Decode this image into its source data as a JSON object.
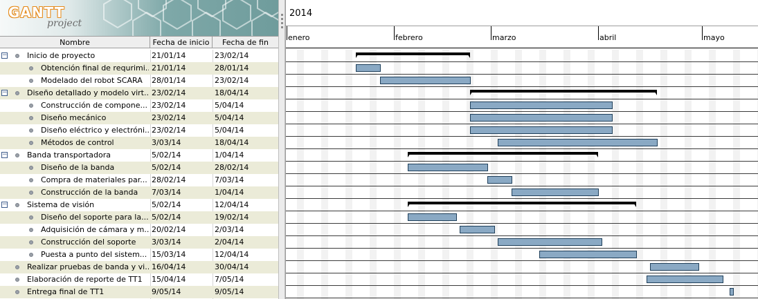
{
  "app": {
    "logo_word": "GANTT",
    "logo_sub": "project"
  },
  "colors": {
    "row_alt": "#ebebd8",
    "task_bar": "#8aa9c4",
    "task_bar_border": "#1f3f5a",
    "summary_bar": "#000000",
    "weekend": "#f2f2f2"
  },
  "table": {
    "columns": [
      "Nombre",
      "Fecha de inicio",
      "Fecha de fin"
    ],
    "rows": [
      {
        "name": "Inicio de proyecto",
        "start": "21/01/14",
        "end": "23/02/14",
        "level": 0,
        "summary": true
      },
      {
        "name": "Obtención final de requrimi...",
        "start": "21/01/14",
        "end": "28/01/14",
        "level": 1,
        "summary": false
      },
      {
        "name": "Modelado del robot SCARA",
        "start": "28/01/14",
        "end": "23/02/14",
        "level": 1,
        "summary": false
      },
      {
        "name": "Diseño detallado y modelo virt...",
        "start": "23/02/14",
        "end": "18/04/14",
        "level": 0,
        "summary": true
      },
      {
        "name": "Construcción de compone...",
        "start": "23/02/14",
        "end": "5/04/14",
        "level": 1,
        "summary": false
      },
      {
        "name": "Diseño mecánico",
        "start": "23/02/14",
        "end": "5/04/14",
        "level": 1,
        "summary": false
      },
      {
        "name": "Diseño eléctrico y electróni...",
        "start": "23/02/14",
        "end": "5/04/14",
        "level": 1,
        "summary": false
      },
      {
        "name": "Métodos de control",
        "start": "3/03/14",
        "end": "18/04/14",
        "level": 1,
        "summary": false
      },
      {
        "name": "Banda transportadora",
        "start": "5/02/14",
        "end": "1/04/14",
        "level": 0,
        "summary": true
      },
      {
        "name": "Diseño de la banda",
        "start": "5/02/14",
        "end": "28/02/14",
        "level": 1,
        "summary": false
      },
      {
        "name": "Compra de materiales par...",
        "start": "28/02/14",
        "end": "7/03/14",
        "level": 1,
        "summary": false
      },
      {
        "name": "Construcción de la banda",
        "start": "7/03/14",
        "end": "1/04/14",
        "level": 1,
        "summary": false
      },
      {
        "name": "Sistema de visión",
        "start": "5/02/14",
        "end": "12/04/14",
        "level": 0,
        "summary": true
      },
      {
        "name": "Diseño del soporte para la...",
        "start": "5/02/14",
        "end": "19/02/14",
        "level": 1,
        "summary": false
      },
      {
        "name": "Adquisición de cámara y m...",
        "start": "20/02/14",
        "end": "2/03/14",
        "level": 1,
        "summary": false
      },
      {
        "name": "Construcción del soporte",
        "start": "3/03/14",
        "end": "2/04/14",
        "level": 1,
        "summary": false
      },
      {
        "name": "Puesta a punto del sistem...",
        "start": "15/03/14",
        "end": "12/04/14",
        "level": 1,
        "summary": false
      },
      {
        "name": "Realizar pruebas de banda y vi...",
        "start": "16/04/14",
        "end": "30/04/14",
        "level": 0,
        "summary": false
      },
      {
        "name": "Elaboración de reporte de TT1",
        "start": "15/04/14",
        "end": "7/05/14",
        "level": 0,
        "summary": false
      },
      {
        "name": "Entrega final de TT1",
        "start": "9/05/14",
        "end": "9/05/14",
        "level": 0,
        "summary": false
      }
    ]
  },
  "timeline": {
    "year": "2014",
    "months": [
      {
        "label": "enero",
        "start": "2014-01-01"
      },
      {
        "label": "febrero",
        "start": "2014-02-01"
      },
      {
        "label": "marzo",
        "start": "2014-03-01"
      },
      {
        "label": "abril",
        "start": "2014-04-01"
      },
      {
        "label": "mayo",
        "start": "2014-05-01"
      }
    ]
  }
}
